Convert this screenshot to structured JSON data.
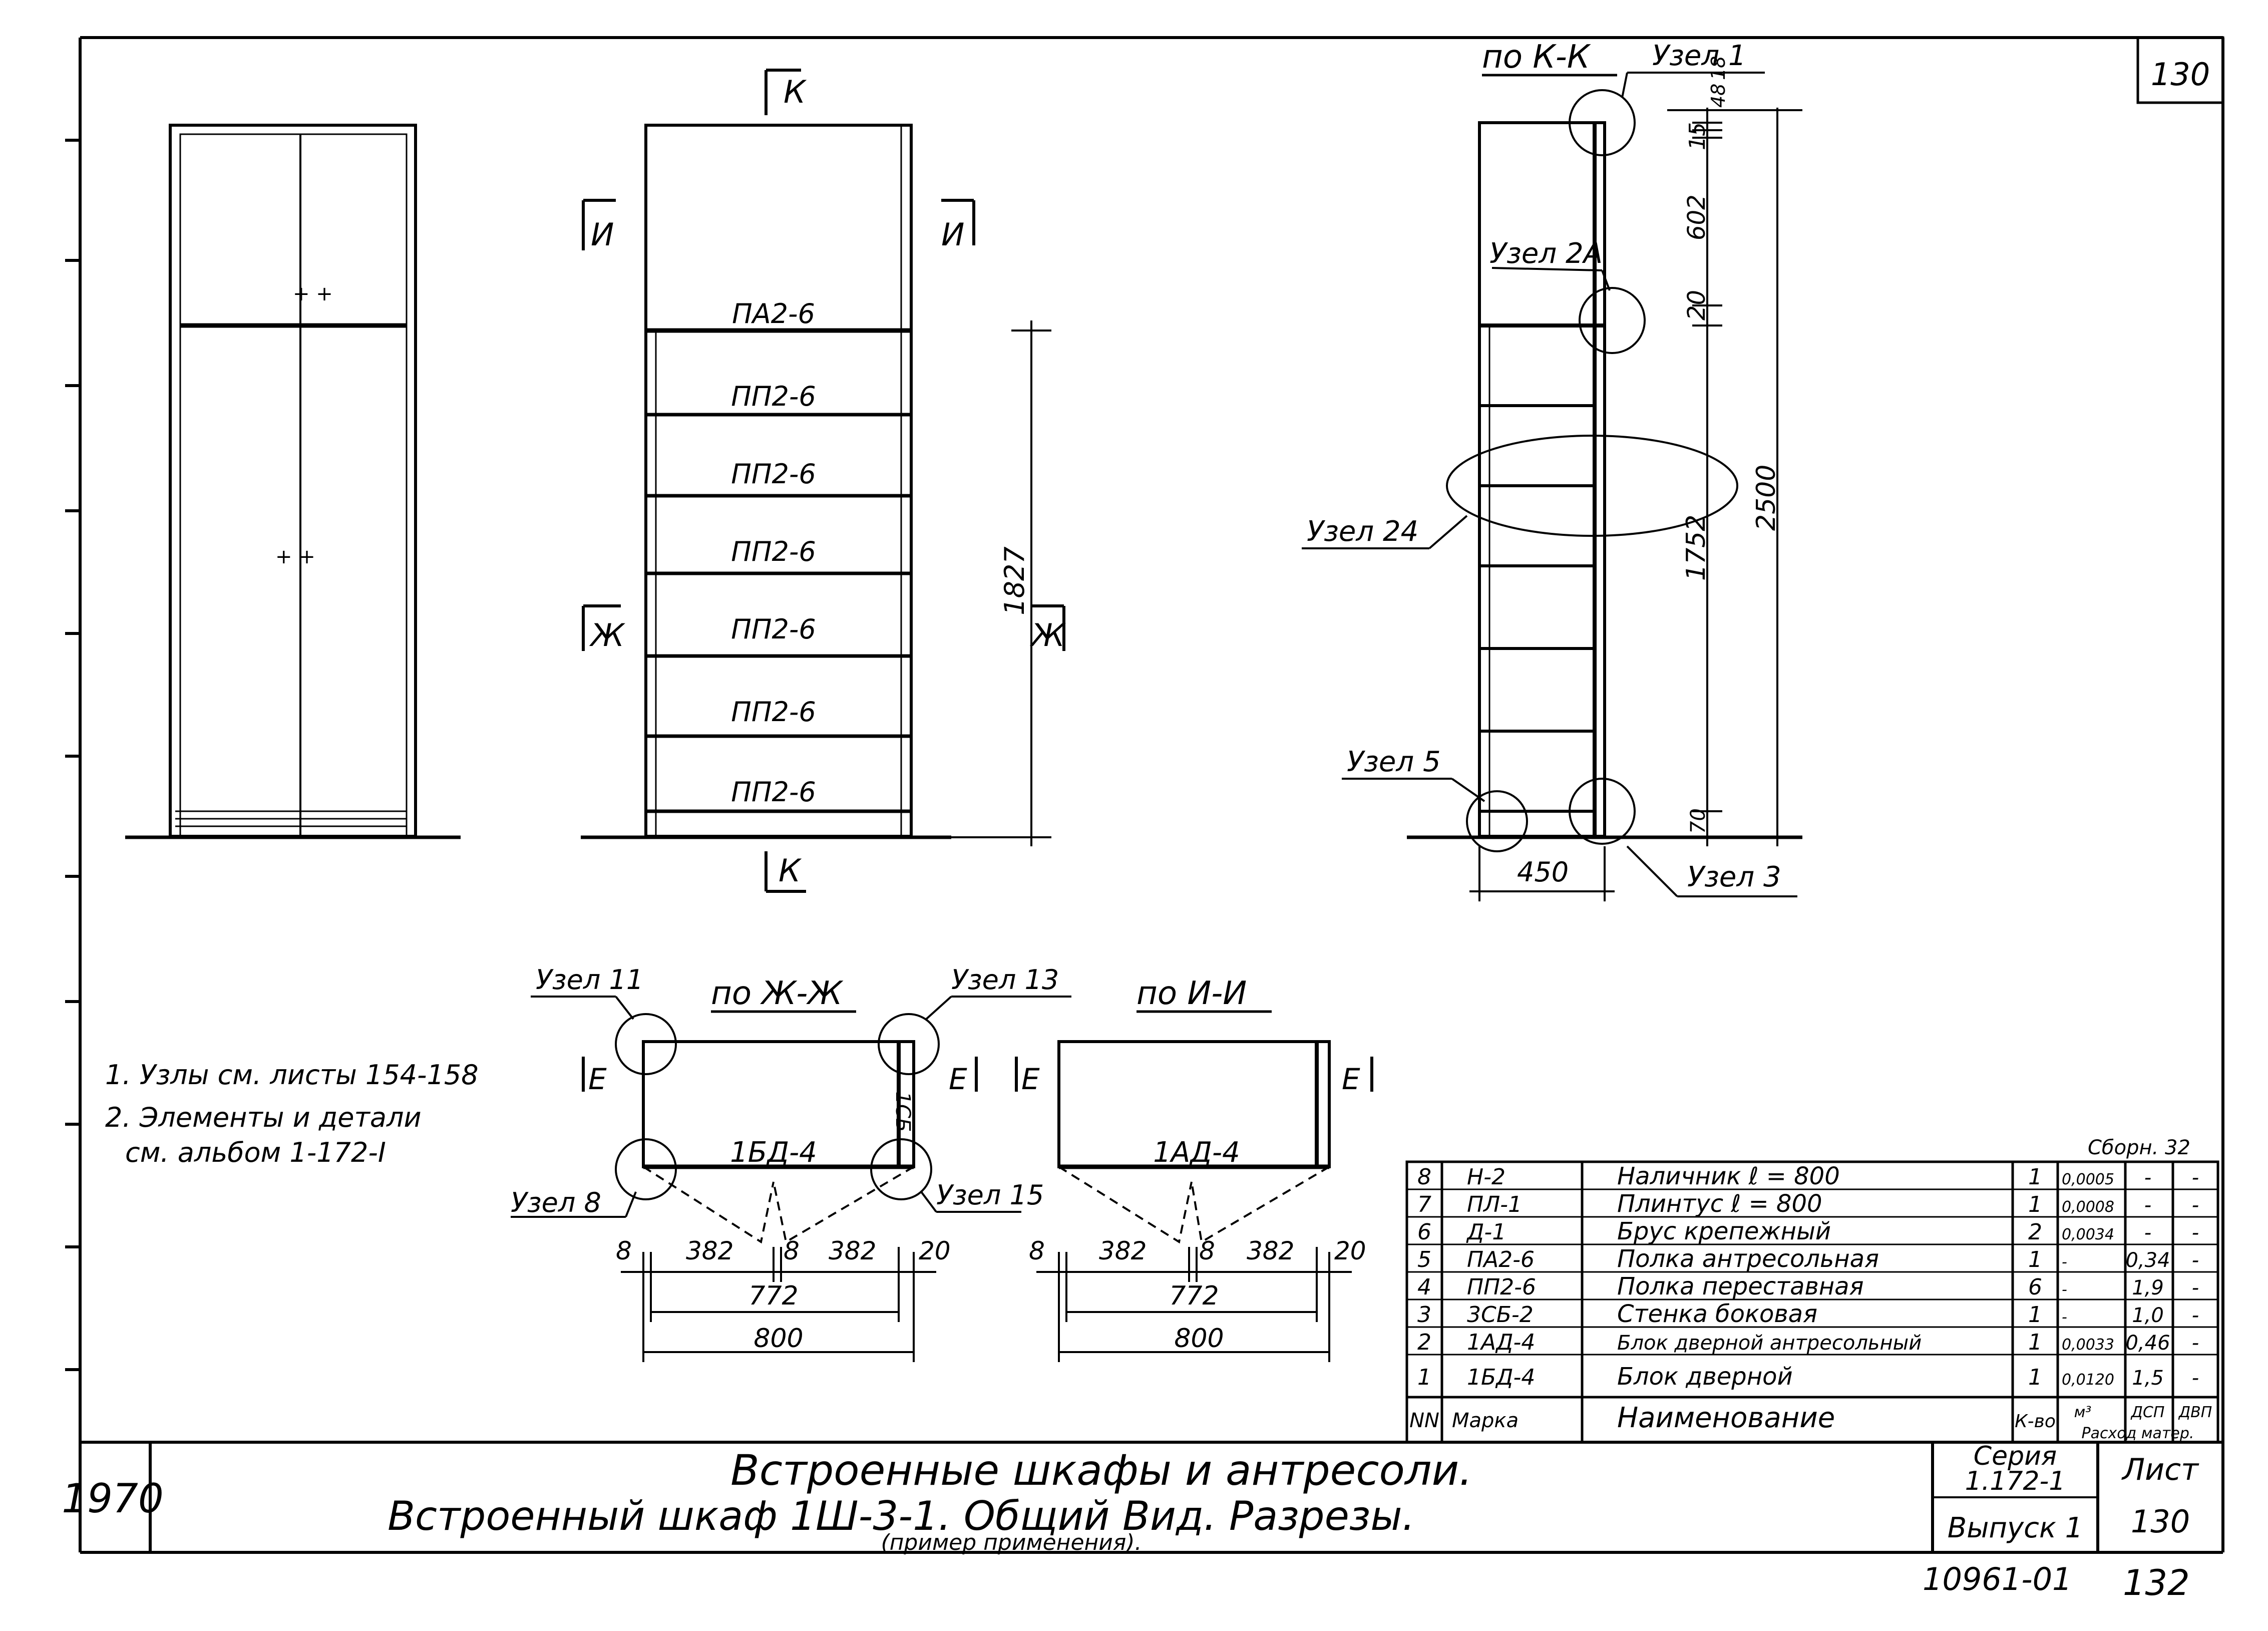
{
  "sheet_corner_number": "130",
  "front_view": {
    "shelf_labels": [
      "ПА2-6",
      "ПП2-6",
      "ПП2-6",
      "ПП2-6",
      "ПП2-6",
      "ПП2-6",
      "ПП2-6"
    ],
    "cut_marks": {
      "top": "К",
      "bottom": "К",
      "left_upper": "И",
      "right_upper": "И",
      "left_lower": "Ж",
      "right_lower": "Ж"
    },
    "dim_height": "1827"
  },
  "section_kk": {
    "title": "по К-К",
    "nodes": [
      "Узел 1",
      "Узел 2А",
      "Узел 24",
      "Узел 5",
      "Узел 3"
    ],
    "dims": {
      "d48": "48",
      "d18": "18",
      "d15": "15",
      "d602": "602",
      "d20": "20",
      "d1752": "1752",
      "d2500": "2500",
      "d70": "70",
      "width": "450"
    }
  },
  "section_zhzh": {
    "title": "по Ж-Ж",
    "nodes": [
      "Узел 11",
      "Узел 13",
      "Узел 8",
      "Узел 15"
    ],
    "inner_label": "1БД-4",
    "side_label": "1СБ",
    "mark": "Е",
    "dims": [
      "8",
      "382",
      "8",
      "382",
      "20"
    ],
    "dim_inner": "772",
    "dim_total": "800"
  },
  "section_ii": {
    "title": "по И-И",
    "inner_label": "1АД-4",
    "mark": "Е",
    "dims": [
      "8",
      "382",
      "8",
      "382",
      "20"
    ],
    "dim_inner": "772",
    "dim_total": "800"
  },
  "notes": [
    "1.  Узлы  см.  листы 154-158",
    "2.  Элементы  и  детали",
    "см. альбом 1-172-I"
  ],
  "spec_table": {
    "header_note": "Сборн. 32",
    "rows": [
      {
        "n": "8",
        "mark": "Н-2",
        "name": "Наличник   ℓ = 800",
        "qty": "1",
        "v1": "0,0005",
        "v2": "-",
        "v3": "-"
      },
      {
        "n": "7",
        "mark": "ПЛ-1",
        "name": "Плинтус    ℓ = 800",
        "qty": "1",
        "v1": "0,0008",
        "v2": "-",
        "v3": "-"
      },
      {
        "n": "6",
        "mark": "Д-1",
        "name": "Брус   крепежный",
        "qty": "2",
        "v1": "0,0034",
        "v2": "-",
        "v3": "-"
      },
      {
        "n": "5",
        "mark": "ПА2-6",
        "name": "Полка антресольная",
        "qty": "1",
        "v1": "-",
        "v2": "0,34",
        "v3": "-"
      },
      {
        "n": "4",
        "mark": "ПП2-6",
        "name": "Полка переставная",
        "qty": "6",
        "v1": "-",
        "v2": "1,9",
        "v3": "-"
      },
      {
        "n": "3",
        "mark": "3СБ-2",
        "name": "Стенка боковая",
        "qty": "1",
        "v1": "-",
        "v2": "1,0",
        "v3": "-"
      },
      {
        "n": "2",
        "mark": "1АД-4",
        "name": "Блок дверной антресольный",
        "qty": "1",
        "v1": "0,0033",
        "v2": "0,46",
        "v3": "-"
      },
      {
        "n": "1",
        "mark": "1БД-4",
        "name": "Блок дверной",
        "qty": "1",
        "v1": "0,0120",
        "v2": "1,5",
        "v3": "-"
      }
    ],
    "header": {
      "n": "NN",
      "mark": "Марка",
      "name": "Наименование",
      "qty": "К-во",
      "v1": "м³",
      "v2": "ДСП",
      "v3": "ДВП",
      "sub": "Расход матер."
    }
  },
  "title_block": {
    "year": "1970",
    "line1": "Встроенные  шкафы  и  антресоли.",
    "line2": "Встроенный  шкаф  1Ш-3-1.  Общий  Вид.  Разрезы.",
    "line3": "(пример  применения).",
    "series_label": "Серия",
    "series_value": "1.172-1",
    "issue": "Выпуск 1",
    "sheet_label": "Лист",
    "sheet_value": "130"
  },
  "footer": {
    "code": "10961-01",
    "page": "132"
  }
}
